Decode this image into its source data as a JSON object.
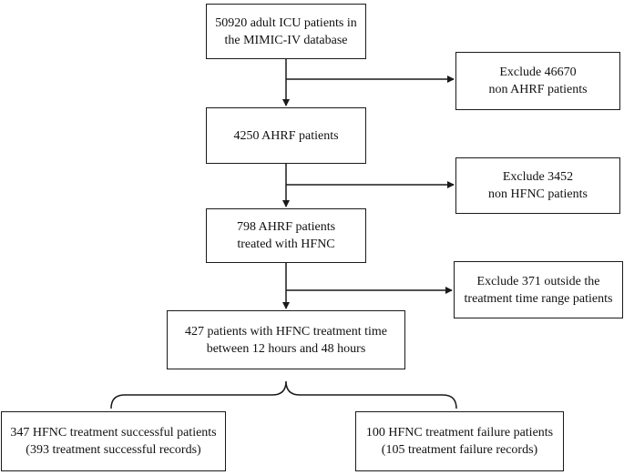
{
  "nodes": {
    "all_patients": {
      "line1": "50920 adult ICU patients in",
      "line2": "the MIMIC-IV database"
    },
    "exclude_ahrf": {
      "line1": "Exclude 46670",
      "line2": "non AHRF patients"
    },
    "ahrf_patients": {
      "line1": "4250 AHRF patients"
    },
    "exclude_hfnc": {
      "line1": "Exclude 3452",
      "line2": "non HFNC patients"
    },
    "ahrf_hfnc": {
      "line1": "798 AHRF patients",
      "line2": "treated with HFNC"
    },
    "exclude_time": {
      "line1": "Exclude 371 outside the",
      "line2": "treatment time range patients"
    },
    "time_range": {
      "line1": "427 patients with HFNC treatment time",
      "line2": "between 12 hours and 48 hours"
    },
    "success": {
      "line1": "347 HFNC treatment successful patients",
      "line2": "(393 treatment successful records)"
    },
    "failure": {
      "line1": "100 HFNC treatment failure patients",
      "line2": "(105 treatment failure records)"
    }
  },
  "colors": {
    "line": "#1a1a1a",
    "box_border": "#1a1a1a",
    "background": "#ffffff"
  }
}
